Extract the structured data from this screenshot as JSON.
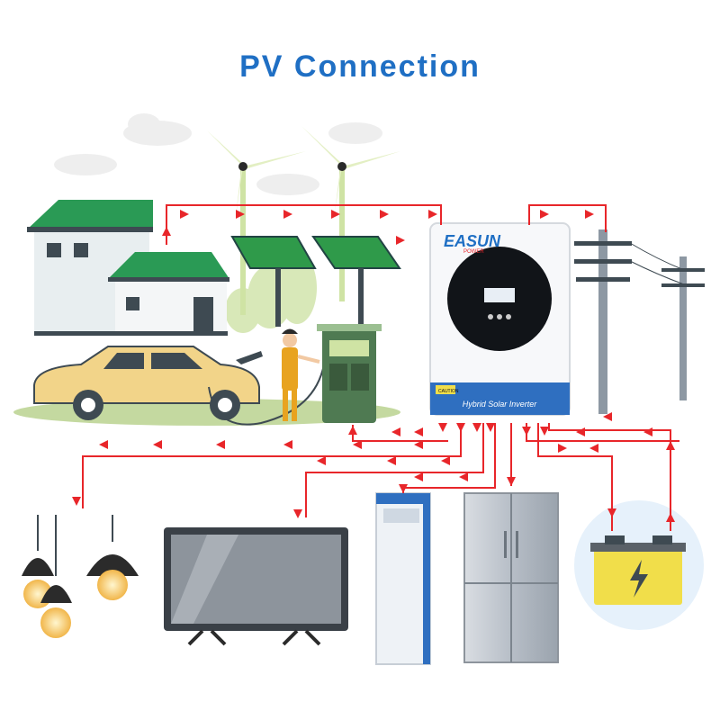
{
  "title": "PV Connection",
  "inverter": {
    "brand": "EASUN",
    "brand_sub": "POWER",
    "label": "Hybrid Solar Inverter",
    "caution": "CAUTION"
  },
  "colors": {
    "title": "#1f6fc4",
    "wire": "#e8262a",
    "solar_panel": "#2f9a4a",
    "inverter_band": "#2f6fc0",
    "battery": "#f1de4a",
    "car": "#f2d489",
    "charger": "#4f7a52"
  },
  "icons": [
    "house-icon",
    "wind-turbine-icon",
    "solar-panel-icon",
    "ev-charger-icon",
    "car-icon",
    "worker-icon",
    "inverter-icon",
    "utility-pole-icon",
    "pendant-lamp-icon",
    "tv-icon",
    "air-conditioner-icon",
    "refrigerator-icon",
    "battery-icon",
    "lightning-icon"
  ]
}
